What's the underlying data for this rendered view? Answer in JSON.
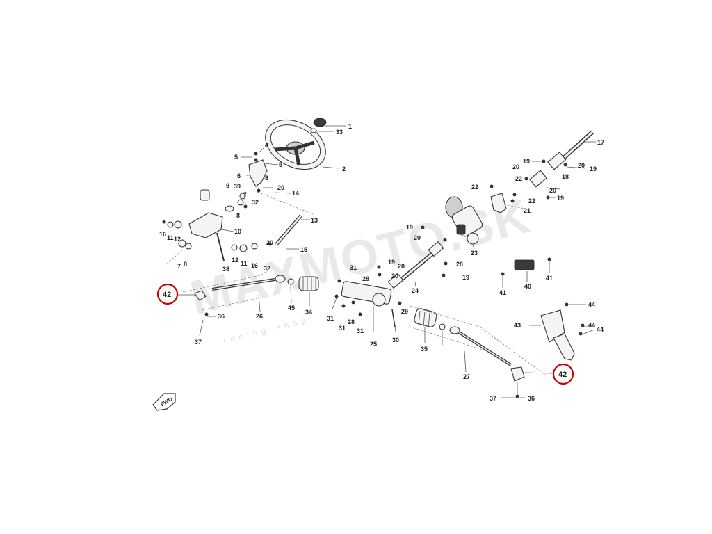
{
  "watermark": {
    "main": "MAXMOTO.SK",
    "sub": "racing shop"
  },
  "arrow_label": "FWD",
  "highlight": {
    "color": "#cc0000",
    "labels": [
      "42",
      "42"
    ]
  },
  "callouts": [
    "1",
    "33",
    "2",
    "4",
    "5",
    "5",
    "6",
    "3",
    "39",
    "20",
    "14",
    "9",
    "32",
    "7",
    "8",
    "10",
    "16",
    "11",
    "12",
    "7",
    "8",
    "38",
    "13",
    "20",
    "12",
    "11",
    "16",
    "32",
    "15",
    "17",
    "19",
    "20",
    "19",
    "20",
    "18",
    "22",
    "22",
    "20",
    "22",
    "21",
    "19",
    "19",
    "20",
    "23",
    "20",
    "31",
    "19",
    "28",
    "20",
    "24",
    "20",
    "19",
    "41",
    "40",
    "41",
    "42",
    "26",
    "45",
    "34",
    "31",
    "31",
    "28",
    "31",
    "25",
    "29",
    "30",
    "36",
    "37",
    "44",
    "43",
    "44",
    "44",
    "35",
    "27",
    "42",
    "36",
    "37"
  ]
}
